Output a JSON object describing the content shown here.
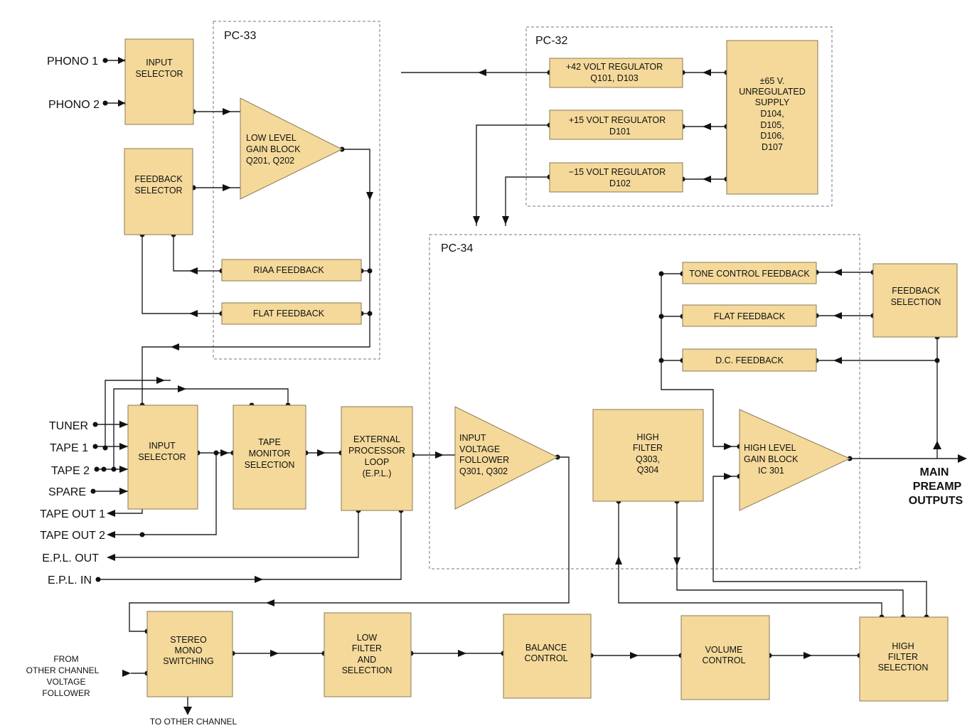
{
  "boards": {
    "pc33": "PC-33",
    "pc32": "PC-32",
    "pc34": "PC-34"
  },
  "inputs": {
    "phono1": "PHONO 1",
    "phono2": "PHONO 2",
    "tuner": "TUNER",
    "tape1": "TAPE 1",
    "tape2": "TAPE 2",
    "spare": "SPARE",
    "tape_out1": "TAPE OUT 1",
    "tape_out2": "TAPE OUT 2",
    "epl_out": "E.P.L. OUT",
    "epl_in": "E.P.L. IN",
    "from_other": [
      "FROM",
      "OTHER CHANNEL",
      "VOLTAGE",
      "FOLLOWER"
    ],
    "to_other": "TO OTHER CHANNEL"
  },
  "blocks": {
    "input_selector_top": [
      "INPUT",
      "SELECTOR"
    ],
    "feedback_selector": [
      "FEEDBACK",
      "SELECTOR"
    ],
    "low_level_gain": [
      "LOW LEVEL",
      "GAIN BLOCK",
      "Q201, Q202"
    ],
    "riaa_feedback": "RIAA FEEDBACK",
    "flat_feedback_33": "FLAT FEEDBACK",
    "reg42": [
      "+42 VOLT REGULATOR",
      "Q101, D103"
    ],
    "reg15p": [
      "+15 VOLT REGULATOR",
      "D101"
    ],
    "reg15n": [
      "−15 VOLT REGULATOR",
      "D102"
    ],
    "unregulated": [
      "±65 V.",
      "UNREGULATED",
      "SUPPLY",
      "D104,",
      "D105,",
      "D106,",
      "D107"
    ],
    "tone_control_feedback": "TONE CONTROL FEEDBACK",
    "flat_feedback_34": "FLAT FEEDBACK",
    "dc_feedback": "D.C. FEEDBACK",
    "feedback_selection": [
      "FEEDBACK",
      "SELECTION"
    ],
    "input_selector_mid": [
      "INPUT",
      "SELECTOR"
    ],
    "tape_monitor": [
      "TAPE",
      "MONITOR",
      "SELECTION"
    ],
    "epl_block": [
      "EXTERNAL",
      "PROCESSOR",
      "LOOP",
      "(E.P.L.)"
    ],
    "input_voltage_follower": [
      "INPUT",
      "VOLTAGE",
      "FOLLOWER",
      "Q301, Q302"
    ],
    "high_filter": [
      "HIGH",
      "FILTER",
      "Q303,",
      "Q304"
    ],
    "high_level_gain": [
      "HIGH LEVEL",
      "GAIN BLOCK",
      "IC 301"
    ],
    "main_outputs": [
      "MAIN",
      "PREAMP",
      "OUTPUTS"
    ],
    "stereo_mono": [
      "STEREO",
      "MONO",
      "SWITCHING"
    ],
    "low_filter": [
      "LOW",
      "FILTER",
      "AND",
      "SELECTION"
    ],
    "balance": [
      "BALANCE",
      "CONTROL"
    ],
    "volume": [
      "VOLUME",
      "CONTROL"
    ],
    "high_filter_selection": [
      "HIGH",
      "FILTER",
      "SELECTION"
    ]
  },
  "colors": {
    "block_fill": "#f4d99a",
    "wire": "#222222",
    "board_border": "#777777"
  }
}
